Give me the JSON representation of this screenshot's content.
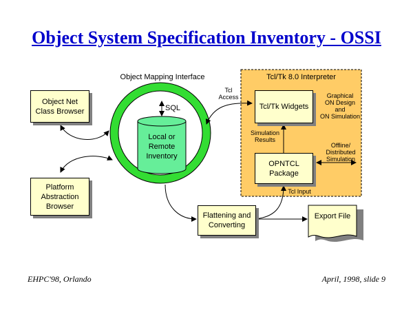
{
  "title": "Object System Specification Inventory - OSSI",
  "labels": {
    "omi": "Object Mapping Interface",
    "tcl_interp": "Tcl/Tk 8.0 Interpreter",
    "tcl_access": "Tcl\nAccess",
    "sql": "SQL",
    "inventory": "Local or\nRemote\nInventory",
    "graphical": "Graphical\nON Design\nand\nON Simulation",
    "sim_results": "Simulation\nResults",
    "offline": "Offline/\nDistributed\nSimulation",
    "tcl_input": "Tcl Input"
  },
  "boxes": {
    "object_net": "Object Net\nClass Browser",
    "platform": "Platform\nAbstraction\nBrowser",
    "widgets": "Tcl/Tk Widgets",
    "opntcl": "OPNTCL\nPackage",
    "flattening": "Flattening and\nConverting",
    "export": "Export File"
  },
  "footer": {
    "left": "EHPC'98, Orlando",
    "right": "April, 1998, slide 9"
  },
  "colors": {
    "title": "#0000cc",
    "box": "#ffffcc",
    "ring": "#33dd33",
    "cylinder": "#66ee99",
    "interpreter": "#ffcc66"
  }
}
